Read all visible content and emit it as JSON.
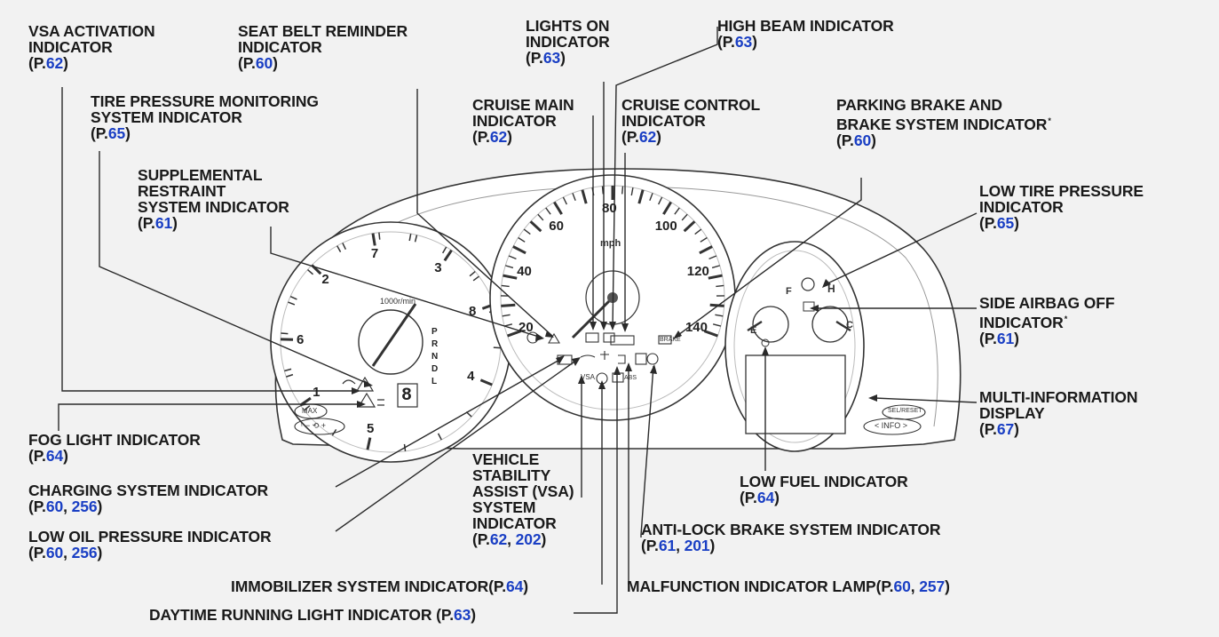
{
  "labels": {
    "vsa_activation": {
      "lines": [
        "VSA ACTIVATION",
        "INDICATOR"
      ],
      "pages": [
        "62"
      ]
    },
    "seat_belt": {
      "lines": [
        "SEAT BELT REMINDER",
        "INDICATOR"
      ],
      "pages": [
        "60"
      ]
    },
    "lights_on": {
      "lines": [
        "LIGHTS ON",
        "INDICATOR"
      ],
      "pages": [
        "63"
      ]
    },
    "high_beam": {
      "lines": [
        "HIGH BEAM INDICATOR"
      ],
      "pages": [
        "63"
      ]
    },
    "tpms": {
      "lines": [
        "TIRE PRESSURE MONITORING",
        "SYSTEM INDICATOR"
      ],
      "pages": [
        "65"
      ]
    },
    "cruise_main": {
      "lines": [
        "CRUISE MAIN",
        "INDICATOR"
      ],
      "pages": [
        "62"
      ]
    },
    "cruise_control": {
      "lines": [
        "CRUISE CONTROL",
        "INDICATOR"
      ],
      "pages": [
        "62"
      ]
    },
    "parking_brake": {
      "lines": [
        "PARKING BRAKE AND",
        "BRAKE SYSTEM INDICATOR"
      ],
      "pages": [
        "60"
      ],
      "footnote": "*"
    },
    "srs": {
      "lines": [
        "SUPPLEMENTAL",
        "RESTRAINT",
        "SYSTEM INDICATOR"
      ],
      "pages": [
        "61"
      ]
    },
    "low_tire": {
      "lines": [
        "LOW TIRE PRESSURE",
        "INDICATOR"
      ],
      "pages": [
        "65"
      ]
    },
    "side_airbag": {
      "lines": [
        "SIDE AIRBAG OFF",
        "INDICATOR"
      ],
      "pages": [
        "61"
      ],
      "footnote": "*"
    },
    "multi_info": {
      "lines": [
        "MULTI-INFORMATION",
        "DISPLAY"
      ],
      "pages": [
        "67"
      ]
    },
    "fog": {
      "lines": [
        "FOG LIGHT INDICATOR"
      ],
      "pages": [
        "64"
      ]
    },
    "charging": {
      "lines": [
        "CHARGING SYSTEM INDICATOR"
      ],
      "pages": [
        "60",
        "256"
      ]
    },
    "low_oil": {
      "lines": [
        "LOW OIL PRESSURE INDICATOR"
      ],
      "pages": [
        "60",
        "256"
      ]
    },
    "vsa_system": {
      "lines": [
        "VEHICLE",
        "STABILITY",
        "ASSIST (VSA)",
        "SYSTEM",
        "INDICATOR"
      ],
      "pages": [
        "62",
        "202"
      ]
    },
    "low_fuel": {
      "lines": [
        "LOW FUEL INDICATOR"
      ],
      "pages": [
        "64"
      ]
    },
    "abs": {
      "lines": [
        "ANTI-LOCK BRAKE SYSTEM INDICATOR"
      ],
      "pages": [
        "61",
        "201"
      ]
    },
    "immobilizer": {
      "lines": [
        "IMMOBILIZER SYSTEM INDICATOR"
      ],
      "pages": [
        "64"
      ]
    },
    "mil": {
      "lines": [
        "MALFUNCTION INDICATOR LAMP"
      ],
      "pages": [
        "60",
        "257"
      ]
    },
    "drl": {
      "lines": [
        "DAYTIME RUNNING LIGHT INDICATOR "
      ],
      "pages": [
        "63"
      ]
    }
  },
  "gauges": {
    "tach_numbers": [
      "1",
      "2",
      "3",
      "4",
      "5",
      "6",
      "7",
      "8"
    ],
    "tach_unit": "1000r/min",
    "gear_letters": [
      "P",
      "R",
      "N",
      "D",
      "L"
    ],
    "gear_display": "8",
    "speedo_outer": [
      "20",
      "40",
      "60",
      "80",
      "100",
      "120",
      "140"
    ],
    "speedo_unit": "mph",
    "fuel_letters": [
      "E",
      "F"
    ],
    "temp_letters": [
      "C",
      "H"
    ],
    "btn_max": "MAX",
    "btn_trip": "− ⟲ +",
    "btn_sel": "SEL/RESET",
    "btn_info": "< INFO >",
    "ind_vsa": "VSA",
    "ind_brake": "BRAKE",
    "ind_abs": "ABS"
  },
  "colors": {
    "page_ref": "#1a3fc4",
    "line": "#2a2a2a",
    "background": "#f2f2f2"
  }
}
